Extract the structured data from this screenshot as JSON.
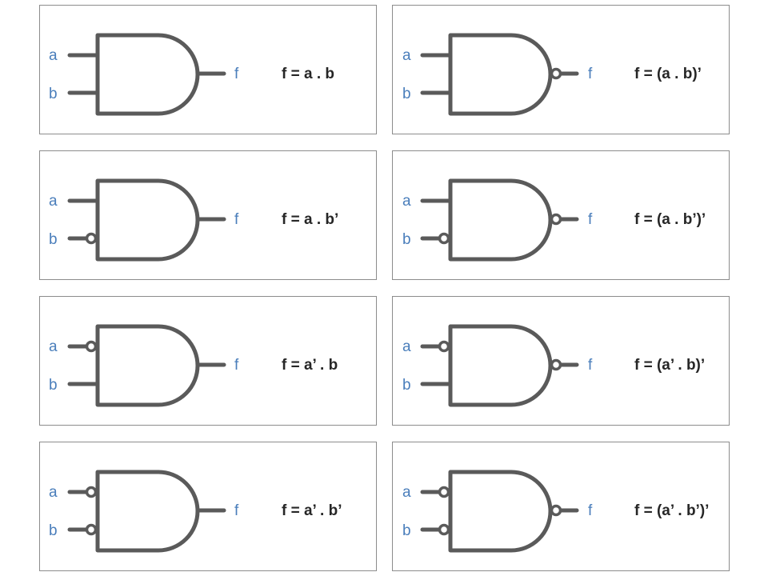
{
  "gates": [
    {
      "input_a": "a",
      "input_b": "b",
      "output": "f",
      "expression": "f = a . b",
      "invert_a": false,
      "invert_b": false,
      "invert_out": false
    },
    {
      "input_a": "a",
      "input_b": "b",
      "output": "f",
      "expression": "f = (a . b)’",
      "invert_a": false,
      "invert_b": false,
      "invert_out": true
    },
    {
      "input_a": "a",
      "input_b": "b",
      "output": "f",
      "expression": "f = a . b’",
      "invert_a": false,
      "invert_b": true,
      "invert_out": false
    },
    {
      "input_a": "a",
      "input_b": "b",
      "output": "f",
      "expression": "f = (a . b’)’",
      "invert_a": false,
      "invert_b": true,
      "invert_out": true
    },
    {
      "input_a": "a",
      "input_b": "b",
      "output": "f",
      "expression": "f = a’ . b",
      "invert_a": true,
      "invert_b": false,
      "invert_out": false
    },
    {
      "input_a": "a",
      "input_b": "b",
      "output": "f",
      "expression": "f = (a’ . b)’",
      "invert_a": true,
      "invert_b": false,
      "invert_out": true
    },
    {
      "input_a": "a",
      "input_b": "b",
      "output": "f",
      "expression": "f = a’ . b’",
      "invert_a": true,
      "invert_b": true,
      "invert_out": false
    },
    {
      "input_a": "a",
      "input_b": "b",
      "output": "f",
      "expression": "f = (a’ . b’)’",
      "invert_a": true,
      "invert_b": true,
      "invert_out": true
    }
  ],
  "colors": {
    "wire": "#5a5a5a",
    "label": "#4a7ebb",
    "expression": "#262626",
    "border": "#8c8c8c"
  }
}
